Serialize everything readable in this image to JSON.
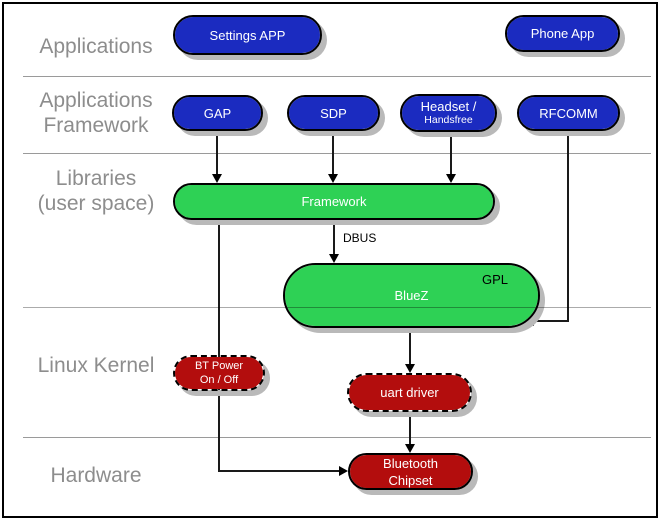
{
  "layers": [
    {
      "id": "applications",
      "lines": [
        "Applications"
      ]
    },
    {
      "id": "applications-framework",
      "lines": [
        "Applications",
        "Framework"
      ]
    },
    {
      "id": "libraries-user-space",
      "lines": [
        "Libraries",
        "(user space)"
      ]
    },
    {
      "id": "linux-kernel",
      "lines": [
        "Linux Kernel"
      ]
    },
    {
      "id": "hardware",
      "lines": [
        "Hardware"
      ]
    }
  ],
  "nodes": {
    "settings_app": {
      "label": "Settings APP"
    },
    "phone_app": {
      "label": "Phone App"
    },
    "gap": {
      "label": "GAP"
    },
    "sdp": {
      "label": "SDP"
    },
    "headset": {
      "lines": [
        "Headset /",
        "Handsfree"
      ]
    },
    "rfcomm": {
      "label": "RFCOMM"
    },
    "framework": {
      "label": "Framework"
    },
    "bluez": {
      "label": "BlueZ",
      "badge": "GPL"
    },
    "bt_power": {
      "lines": [
        "BT Power",
        "On / Off"
      ]
    },
    "uart_driver": {
      "label": "uart driver"
    },
    "bluetooth_chipset": {
      "lines": [
        "Bluetooth",
        "Chipset"
      ]
    }
  },
  "edge_labels": {
    "dbus": "DBUS"
  },
  "colors": {
    "application_blue": "#1b2bc0",
    "library_green": "#2ed155",
    "kernel_red": "#b30d0d",
    "layer_label_gray": "#8d8d8d",
    "separator_gray": "#9a9a9a",
    "shadow_gray": "#b9b9b9",
    "pill_text": "#ffffff",
    "line_black": "#1a1a1a"
  }
}
